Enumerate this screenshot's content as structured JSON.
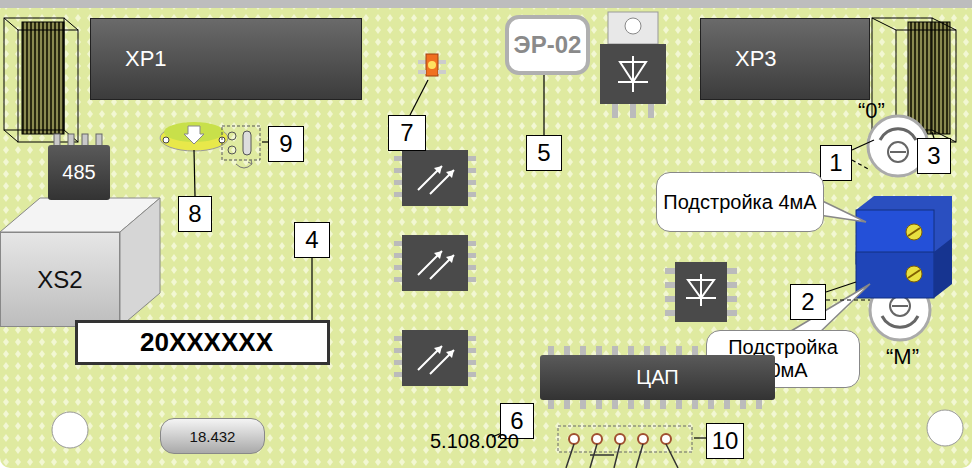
{
  "diagram": {
    "nodes": [
      {
        "text": [
          "XP1"
        ]
      },
      {
        "text": [
          "ЭР-02"
        ]
      },
      {
        "text": [
          "XP3"
        ]
      },
      {
        "text": [
          "7"
        ]
      },
      {
        "text": [
          "5"
        ]
      },
      {
        "text": [
          "485"
        ]
      },
      {
        "text": [
          "9"
        ]
      },
      {
        "text": [
          "1"
        ]
      },
      {
        "text": [
          "3"
        ]
      },
      {
        "text": [
          "8"
        ]
      },
      {
        "text": [
          "Подстройка 4мА"
        ]
      },
      {
        "text": [
          "4"
        ]
      },
      {
        "text": [
          "XS2"
        ]
      },
      {
        "text": [
          "2"
        ]
      },
      {
        "text": [
          "20XXXXXX"
        ]
      },
      {
        "text": [
          "Подстройка 20мА"
        ]
      },
      {
        "text": [
          "ЦАП"
        ]
      },
      {
        "text": [
          "6"
        ]
      },
      {
        "text": [
          "18.432"
        ]
      },
      {
        "text": [
          "10"
        ]
      }
    ],
    "edges": [
      {
        "from": 11,
        "to": 14,
        "arrow": "none"
      },
      {
        "from": 4,
        "to": 1,
        "arrow": "none"
      }
    ],
    "labels": [
      "“0”",
      "“M”",
      "5.108.020"
    ]
  }
}
